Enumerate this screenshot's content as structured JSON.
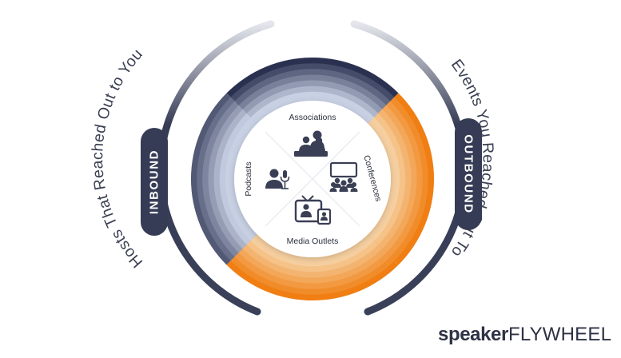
{
  "diagram": {
    "inbound": {
      "pill_label": "INBOUND",
      "arc_label": "Hosts That Reached Out to You"
    },
    "outbound": {
      "pill_label": "OUTBOUND",
      "arc_label": "Events You Reached Out To"
    },
    "segments": [
      {
        "label": "Associations",
        "icon": "audience-group-icon"
      },
      {
        "label": "Conferences",
        "icon": "conference-presentation-icon"
      },
      {
        "label": "Media Outlets",
        "icon": "tv-media-icon"
      },
      {
        "label": "Podcasts",
        "icon": "podcast-microphone-icon"
      }
    ],
    "colors": {
      "navy_dark": "#2a3150",
      "navy_light": "#c8d0e4",
      "orange_dark": "#f07e12",
      "orange_light": "#f6cfa0",
      "pill": "#363c55",
      "icon": "#3a3f55"
    }
  },
  "brand": {
    "part1": "speaker",
    "part2": "FLYWHEEL"
  }
}
